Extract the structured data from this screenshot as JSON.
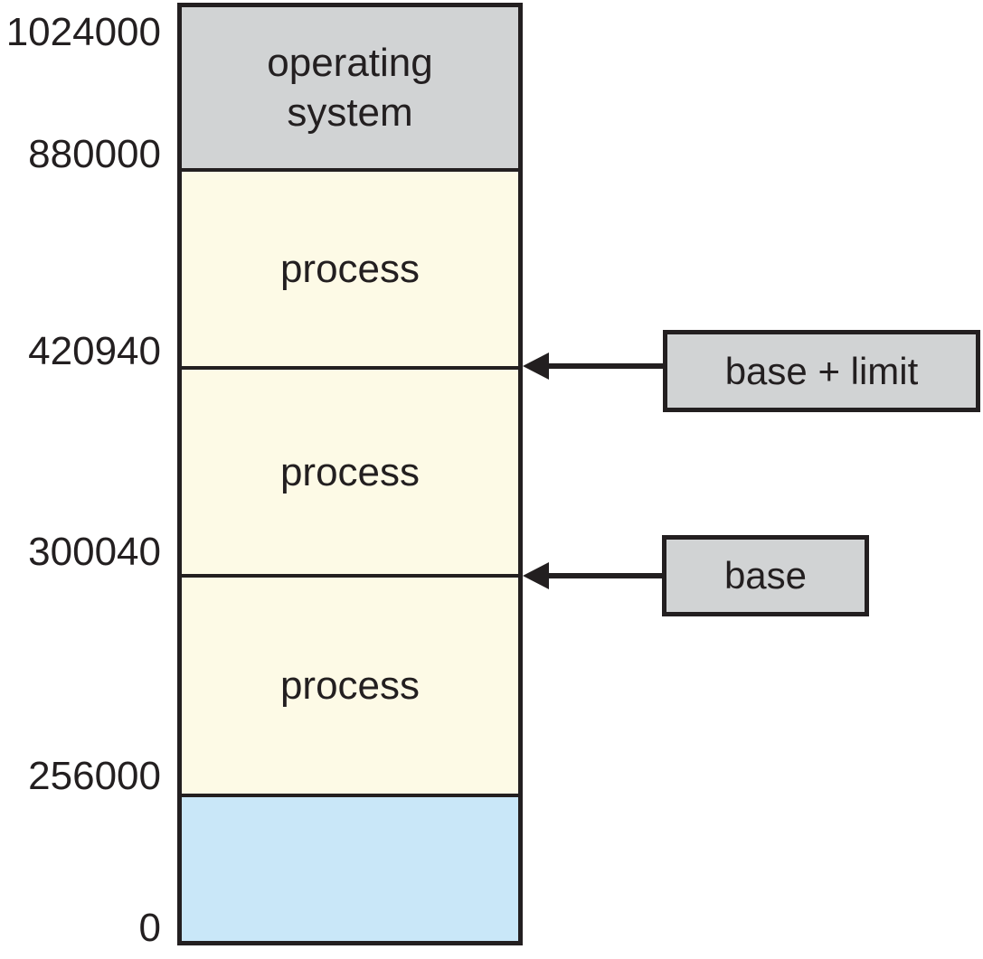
{
  "memory_map": {
    "unit_top_address": "1024000",
    "address_labels": [
      {
        "value": "1024000"
      },
      {
        "value": "880000"
      },
      {
        "value": "420940"
      },
      {
        "value": "300040"
      },
      {
        "value": "256000"
      },
      {
        "value": "0"
      }
    ],
    "segments": [
      {
        "label": "operating system",
        "from": "880000",
        "to": "1024000",
        "fill": "#d1d3d4"
      },
      {
        "label": "process",
        "from": "420940",
        "to": "880000",
        "fill": "#fdfae6"
      },
      {
        "label": "process",
        "from": "300040",
        "to": "420940",
        "fill": "#fdfae6"
      },
      {
        "label": "process",
        "from": "256000",
        "to": "300040",
        "fill": "#fdfae6"
      },
      {
        "label": "",
        "from": "0",
        "to": "256000",
        "fill": "#c9e7f8"
      }
    ],
    "annotations": [
      {
        "label": "base + limit",
        "points_to_address": "420940"
      },
      {
        "label": "base",
        "points_to_address": "300040"
      }
    ]
  },
  "colors": {
    "os_and_callout_gray": "#d1d3d4",
    "process_cream": "#fdfae6",
    "free_space_blue": "#c9e7f8",
    "line_black": "#231f20",
    "background": "#ffffff"
  }
}
